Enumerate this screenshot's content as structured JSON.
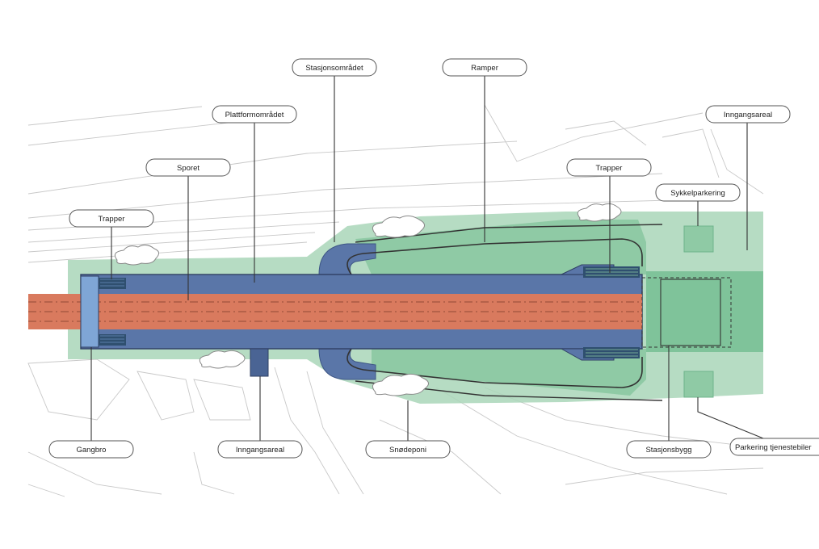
{
  "colors": {
    "zone": "#8fcaa5",
    "zone_dark": "#6fb48c",
    "platform": "#5a76a8",
    "platform_dark": "#3e5685",
    "track": "#d97a5e",
    "bridge": "#7fa6d6",
    "outline": "#4a4a4a"
  },
  "labels": {
    "stasjonsomradet": "Stasjonsområdet",
    "ramper": "Ramper",
    "plattformomradet": "Plattformområdet",
    "inngangsareal_top": "Inngangsareal",
    "sporet": "Sporet",
    "trapper_right": "Trapper",
    "sykkelparkering": "Sykkelparkering",
    "trapper_left": "Trapper",
    "gangbro": "Gangbro",
    "inngangsareal_bottom": "Inngangsareal",
    "snodeponi": "Snødeponi",
    "stasjonsbygg": "Stasjonsbygg",
    "parkering": "Parkering tjenestebiler"
  }
}
